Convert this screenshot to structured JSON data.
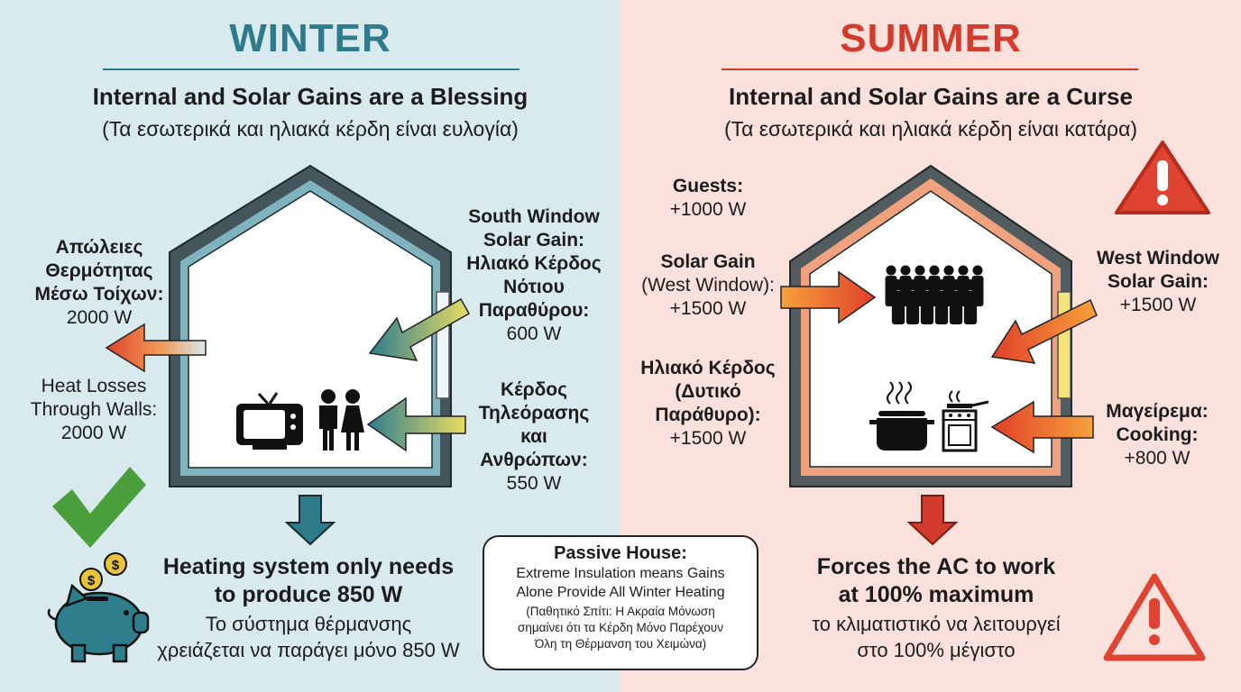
{
  "winter": {
    "title": "WINTER",
    "subtitle": "Internal and Solar Gains are a Blessing",
    "subtitle_gr": "(Τα εσωτερικά και ηλιακά κέρδη είναι ευλογία)",
    "wall_loss_gr": {
      "l1": "Απώλειες",
      "l2": "Θερμότητας",
      "l3": "Μέσω Τοίχων:",
      "value": "2000 W"
    },
    "wall_loss_en": {
      "l1": "Heat Losses",
      "l2": "Through Walls:",
      "value": "2000 W"
    },
    "south_window": {
      "l1": "South Window",
      "l2": "Solar Gain:",
      "l3": "Ηλιακό Κέρδος",
      "l4": "Νότιου",
      "l5": "Παραθύρου:",
      "value": "600 W"
    },
    "tv_people": {
      "l1": "Κέρδος",
      "l2": "Τηλεόρασης",
      "l3": "και",
      "l4": "Ανθρώπων:",
      "value": "550 W"
    },
    "result": {
      "l1": "Heating system only needs",
      "l2": "to produce 850 W",
      "gr1": "Το σύστημα θέρμανσης",
      "gr2": "χρειάζεται να παράγει μόνο 850 W"
    }
  },
  "summer": {
    "title": "SUMMER",
    "subtitle": "Internal and Solar Gains are a Curse",
    "subtitle_gr": "(Τα εσωτερικά και ηλιακά κέρδη είναι κατάρα)",
    "guests": {
      "l1": "Guests:",
      "value": "+1000 W"
    },
    "solar_left": {
      "l1": "Solar Gain",
      "l2": "(West Window):",
      "value": "+1500 W"
    },
    "solar_left_gr": {
      "l1": "Ηλιακό Κέρδος",
      "l2": "(Δυτικό",
      "l3": "Παράθυρο):",
      "value": "+1500 W"
    },
    "west_window": {
      "l1": "West Window",
      "l2": "Solar Gain:",
      "value": "+1500 W"
    },
    "cooking": {
      "l1": "Μαγείρεμα:",
      "l2": "Cooking:",
      "value": "+800 W"
    },
    "result": {
      "l1": "Forces the AC to work",
      "l2": "at 100% maximum",
      "gr1": "το κλιματιστικό να λειτουργεί",
      "gr2": "στο 100% μέγιστο"
    }
  },
  "passive_house": {
    "title": "Passive House:",
    "l1": "Extreme Insulation means Gains",
    "l2": "Alone Provide All Winter Heating",
    "gr1": "(Παθητικό Σπίτι: Η Ακραία Μόνωση",
    "gr2": "σημαίνει ότι τα Κέρδη Μόνο Παρέχουν",
    "gr3": "Όλη τη Θέρμανση του Χειμώνα)"
  },
  "colors": {
    "winter_accent": "#2e7b8c",
    "summer_accent": "#d33b2c"
  }
}
